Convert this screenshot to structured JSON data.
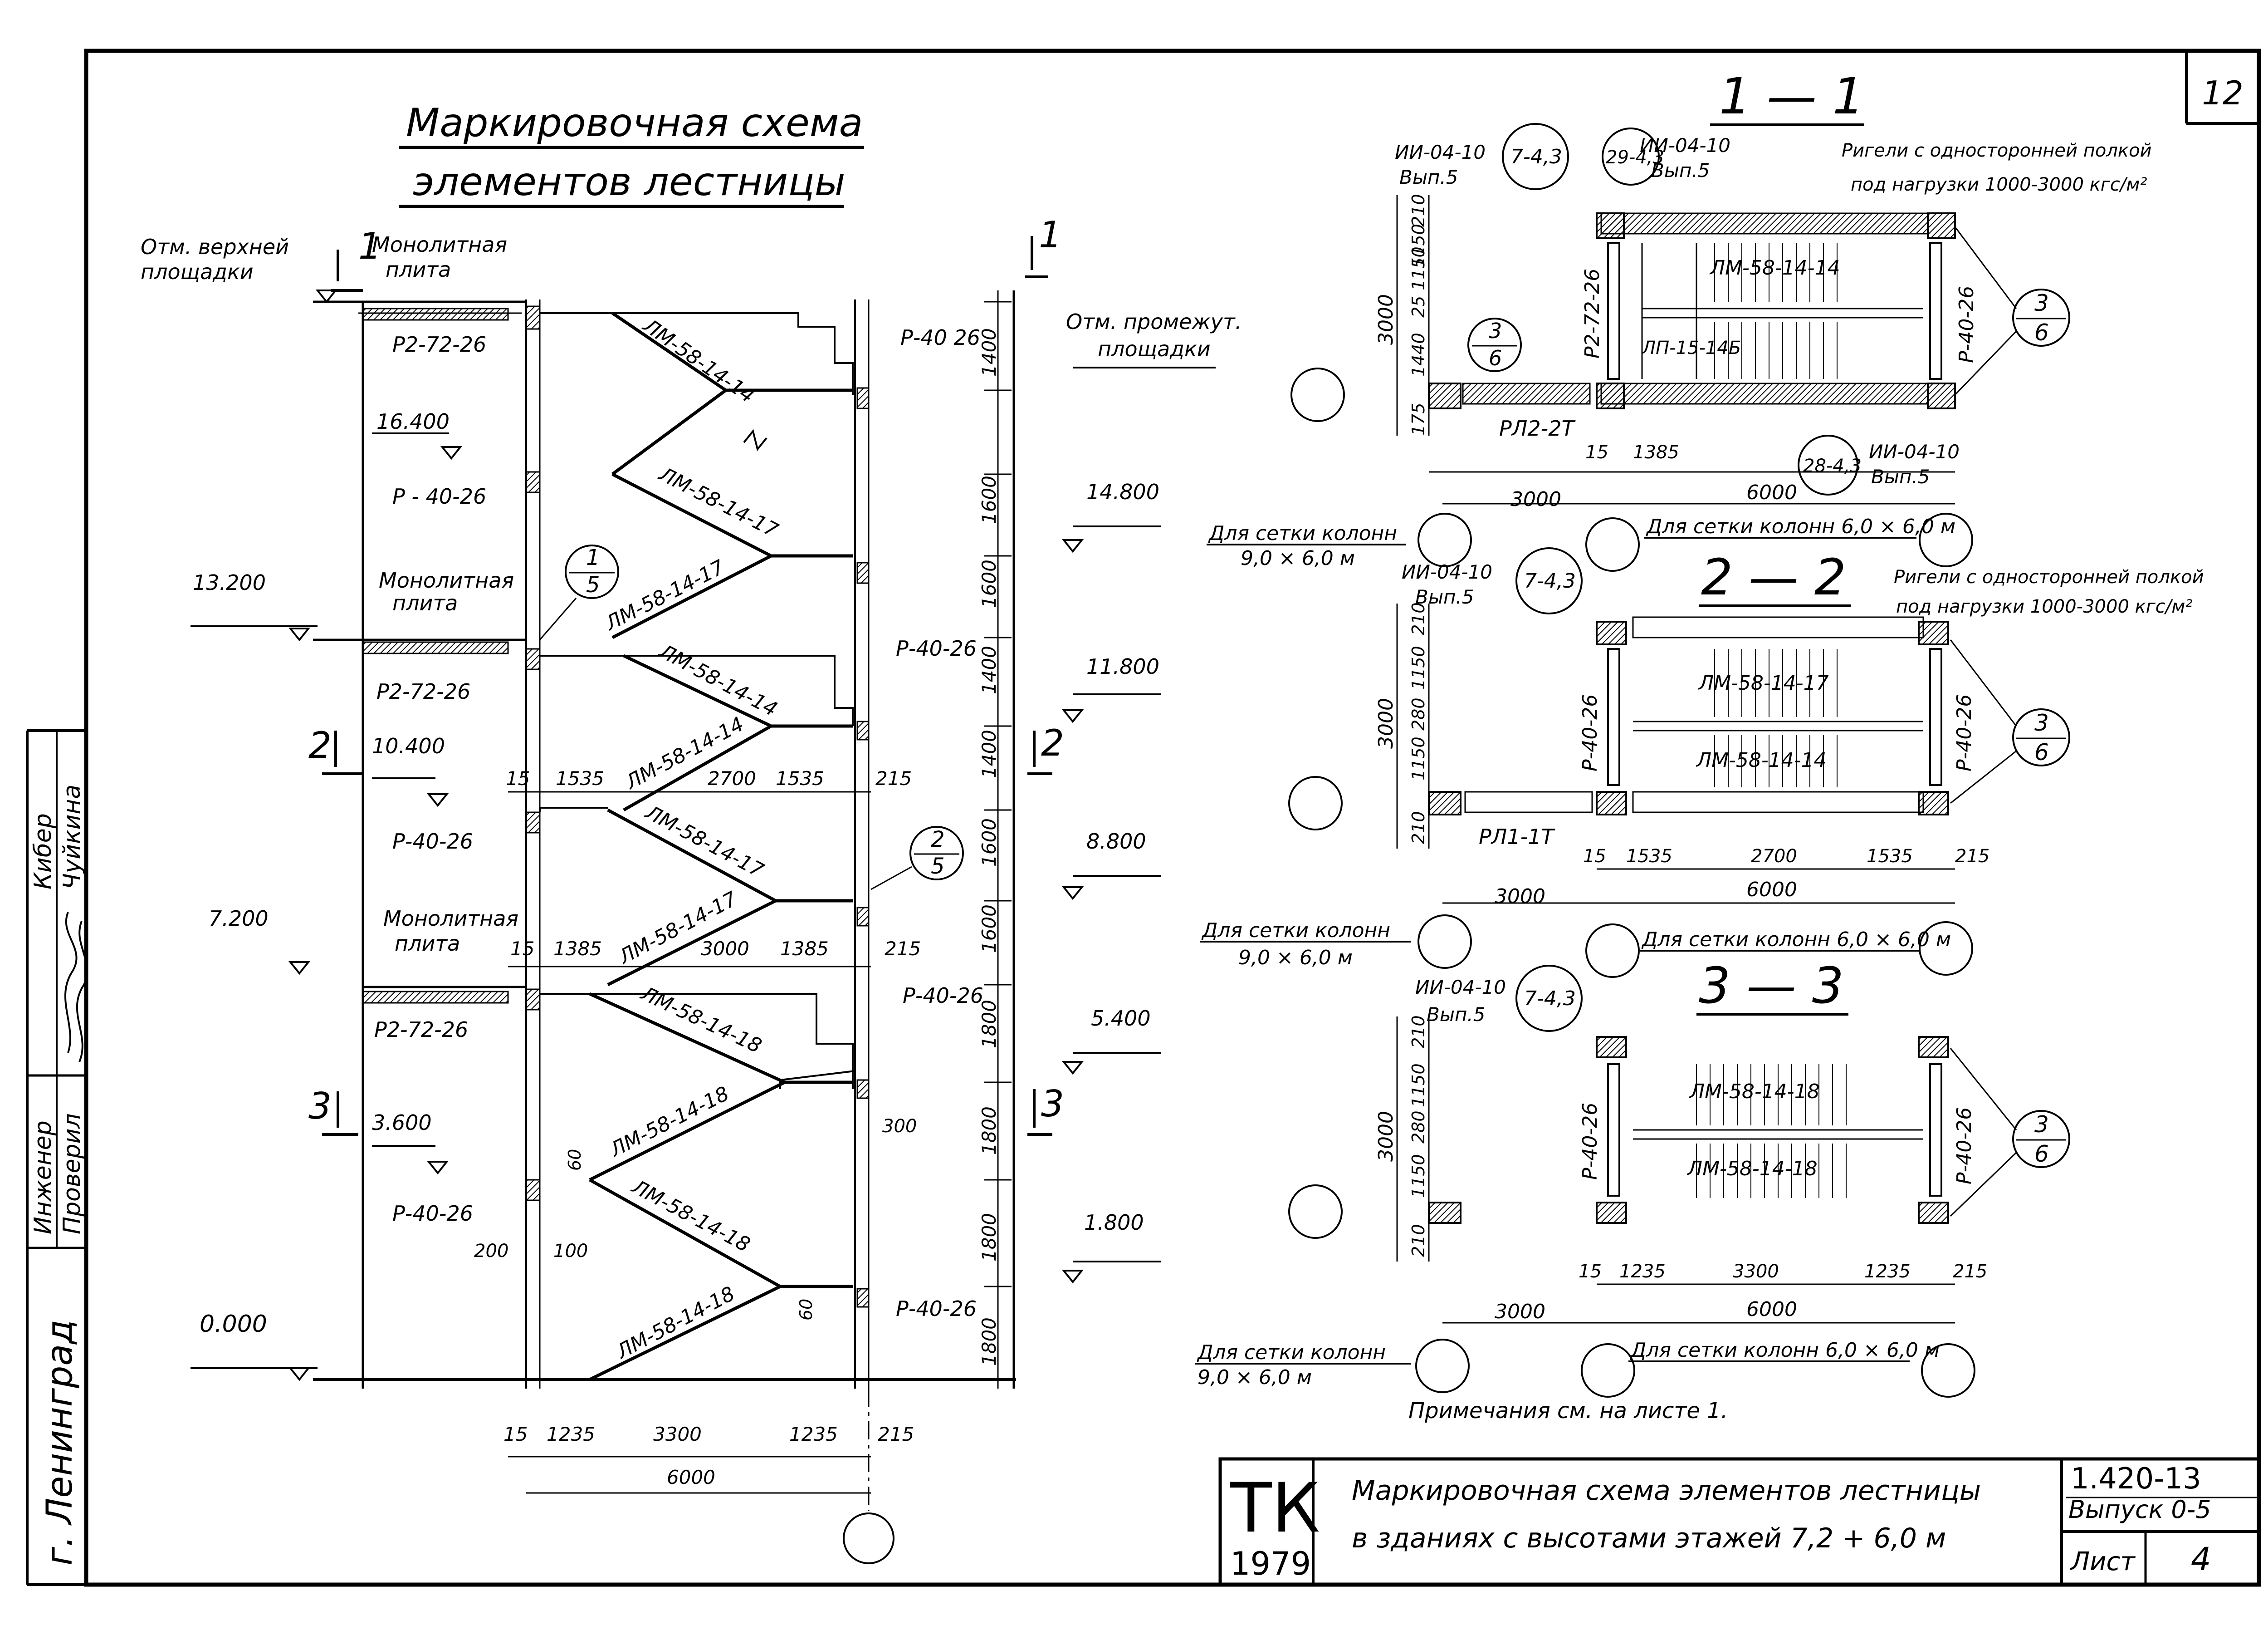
{
  "sheet": {
    "number_top": "12",
    "title_line1": "Маркировочная схема",
    "title_line2": "элементов лестницы",
    "note": "Примечания см. на листе 1.",
    "stamp": {
      "logo": "ТК",
      "year": "1979",
      "description_line1": "Маркировочная схема элементов лестницы",
      "description_line2": "в зданиях с высотами этажей 7,2 + 6,0 м",
      "doc_code": "1.420-13",
      "issue": "Выпуск 0-5",
      "sheet_label": "Лист",
      "sheet_number": "4"
    },
    "sidebar": {
      "role1": "Инженер",
      "role2": "Проверил",
      "name1": "Кибер",
      "name2": "Чуйкина",
      "city": "г. Ленинград"
    }
  },
  "section_left": {
    "cut_labels": [
      "1",
      "1",
      "2",
      "2",
      "3",
      "3"
    ],
    "top_left_label_1": "Отм. верхней",
    "top_left_label_2": "площадки",
    "monolith_1": "Монолитная",
    "monolith_2": "плита",
    "intermediate_1": "Отм. промежут.",
    "intermediate_2": "площадки",
    "elevations_left": [
      "16.400",
      "13.200",
      "10.400",
      "7.200",
      "3.600",
      "0.000"
    ],
    "elevations_right": [
      "14.800",
      "11.800",
      "8.800",
      "5.400",
      "1.800"
    ],
    "marks_left": [
      "Р2-72-26",
      "Р - 40-26",
      "Р2-72-26",
      "Р-40-26",
      "Р2-72-26",
      "Р-40-26"
    ],
    "marks_right": [
      "Р-40 26",
      "Р-40-26",
      "Р-40-26",
      "Р-40-26"
    ],
    "flights": [
      "ЛМ-58-14-14",
      "ЛМ-58-14-17",
      "ЛМ-58-14-17",
      "ЛМ-58-14-14",
      "ЛМ-58-14-14",
      "ЛМ-58-14-17",
      "ЛМ-58-14-17",
      "ЛМ-58-14-18",
      "ЛМ-58-14-18",
      "ЛМ-58-14-18",
      "ЛМ-58-14-18"
    ],
    "callout_1_5": [
      "1",
      "5"
    ],
    "callout_2_5": [
      "2",
      "5"
    ],
    "vert_dims": [
      "1400",
      "1600",
      "1600",
      "1400",
      "1400",
      "1600",
      "1600",
      "1800",
      "1800",
      "1800",
      "1800"
    ],
    "horiz_dims_1": [
      "15",
      "1535",
      "2700",
      "1535",
      "215"
    ],
    "horiz_dims_2": [
      "15",
      "1385",
      "3000",
      "1385",
      "215"
    ],
    "horiz_dims_3": [
      "15",
      "1235",
      "3300",
      "1235",
      "215"
    ],
    "total": "6000",
    "small_dims": [
      "200",
      "100",
      "60",
      "60",
      "300"
    ]
  },
  "section_11": {
    "title": "1 — 1",
    "ref_top_left": [
      "ИИ-04-10",
      "Вып.5"
    ],
    "ref_top_mid": [
      "ИИ-04-10",
      "Вып.5"
    ],
    "callout_a": "7-4,3",
    "callout_b": "29-4,3",
    "callout_c": "28-4,3",
    "riegel_note_1": "Ригели с односторонней полкой",
    "riegel_note_2": "под нагрузки 1000-3000 кгс/м²",
    "flight": "ЛМ-58-14-14",
    "landing": "ЛП-15-14Б",
    "beam_left": "Р2-72-26",
    "beam_right": "Р-40-26",
    "beam_rl": "РЛ2-2Т",
    "callout_36": [
      "3",
      "6"
    ],
    "callout_36b": [
      "3",
      "6"
    ],
    "ref_bottom": [
      "ИИ-04-10",
      "Вып.5"
    ],
    "vdims": [
      "210",
      "1150",
      "25",
      "1150",
      "1440",
      "175",
      "3000"
    ],
    "hdims": [
      "15",
      "1385",
      "3000",
      "6000"
    ],
    "grid_note_left": [
      "Для сетки колонн",
      "9,0 × 6,0 м"
    ],
    "grid_note_right": "Для сетки колонн 6,0 × 6,0 м"
  },
  "section_22": {
    "title": "2 — 2",
    "ref_top_left": [
      "ИИ-04-10",
      "Вып.5"
    ],
    "callout_a": "7-4,3",
    "riegel_note_1": "Ригели с односторонней полкой",
    "riegel_note_2": "под нагрузки 1000-3000 кгс/м²",
    "flight_top": "ЛМ-58-14-17",
    "flight_bot": "ЛМ-58-14-14",
    "beam_left": "Р-40-26",
    "beam_right": "Р-40-26",
    "beam_rl": "РЛ1-1Т",
    "callout_36": [
      "3",
      "6"
    ],
    "vdims": [
      "210",
      "1150",
      "280",
      "1150",
      "210",
      "3000"
    ],
    "hdims": [
      "15",
      "1535",
      "2700",
      "1535",
      "215",
      "3000",
      "6000"
    ],
    "grid_note_left": [
      "Для сетки колонн",
      "9,0 × 6,0 м"
    ],
    "grid_note_right": "Для сетки колонн 6,0 × 6,0 м"
  },
  "section_33": {
    "title": "3 — 3",
    "ref_top_left": [
      "ИИ-04-10",
      "Вып.5"
    ],
    "callout_a": "7-4,3",
    "flight_top": "ЛМ-58-14-18",
    "flight_bot": "ЛМ-58-14-18",
    "beam_left": "Р-40-26",
    "beam_right": "Р-40-26",
    "callout_36": [
      "3",
      "6"
    ],
    "vdims": [
      "210",
      "1150",
      "280",
      "1150",
      "210",
      "3000"
    ],
    "hdims": [
      "15",
      "1235",
      "3300",
      "1235",
      "215",
      "3000",
      "6000"
    ],
    "grid_note_left": [
      "Для сетки колонн",
      "9,0 × 6,0 м"
    ],
    "grid_note_right": "Для сетки колонн 6,0 × 6,0 м"
  }
}
